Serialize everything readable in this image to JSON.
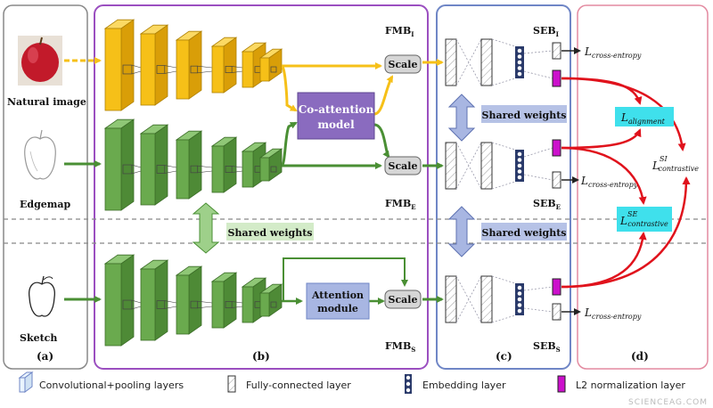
{
  "sections": {
    "a": "(a)",
    "b": "(b)",
    "c": "(c)",
    "d": "(d)"
  },
  "inputs": {
    "natural": "Natural image",
    "edgemap": "Edgemap",
    "sketch": "Sketch"
  },
  "modules": {
    "fmb_i": "FMB",
    "fmb_i_sub": "I",
    "fmb_e": "FMB",
    "fmb_e_sub": "E",
    "fmb_s": "FMB",
    "fmb_s_sub": "S",
    "seb_i": "SEB",
    "seb_i_sub": "I",
    "seb_e": "SEB",
    "seb_e_sub": "E",
    "seb_s": "SEB",
    "seb_s_sub": "S",
    "coattention_l1": "Co-attention",
    "coattention_l2": "model",
    "attention_l1": "Attention",
    "attention_l2": "module",
    "scale": "Scale",
    "shared_weights": "Shared weights"
  },
  "losses": {
    "L": "L",
    "cross_entropy": "cross-entropy",
    "alignment": "alignment",
    "contrastive": "contrastive",
    "si": "SI",
    "se": "SE"
  },
  "legend": {
    "conv": "Convolutional+pooling layers",
    "fc": "Fully-connected layer",
    "emb": "Embedding layer",
    "l2": "L2 normalization layer"
  },
  "watermark": "SCIENCEAG.COM",
  "colors": {
    "yellow": "#f6c018",
    "green": "#6aaa4e",
    "purple": "#8a6bbf",
    "blue_panel": "#aab8dc",
    "cyan": "#3fe0ec",
    "red": "#e0121c",
    "magenta": "#cc11cc"
  }
}
